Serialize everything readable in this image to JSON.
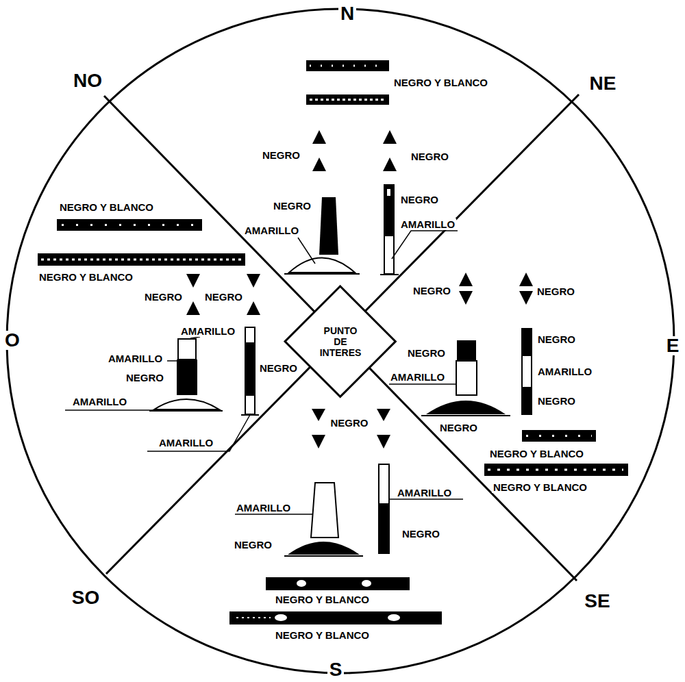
{
  "diagram": {
    "nodes": [
      {
        "text": [
          "PUNTO DE INTERES"
        ]
      }
    ],
    "labels": [
      "N",
      "NE",
      "E",
      "SE",
      "S",
      "SO",
      "O",
      "NO",
      "NEGRO Y BLANCO",
      "NEGRO",
      "NEGRO",
      "NEGRO",
      "AMARILLO",
      "NEGRO",
      "AMARILLO",
      "NEGRO Y BLANCO",
      "NEGRO Y BLANCO",
      "NEGRO",
      "NEGRO",
      "AMARILLO",
      "AMARILLO",
      "NEGRO",
      "NEGRO",
      "AMARILLO",
      "AMARILLO",
      "NEGRO",
      "NEGRO",
      "NEGRO",
      "NEGRO",
      "AMARILLO",
      "AMARILLO",
      "NEGRO",
      "NEGRO",
      "NEGRO Y BLANCO",
      "NEGRO Y BLANCO",
      "NEGRO",
      "AMARILLO",
      "AMARILLO",
      "NEGRO",
      "NEGRO",
      "NEGRO Y BLANCO",
      "NEGRO Y BLANCO"
    ]
  }
}
